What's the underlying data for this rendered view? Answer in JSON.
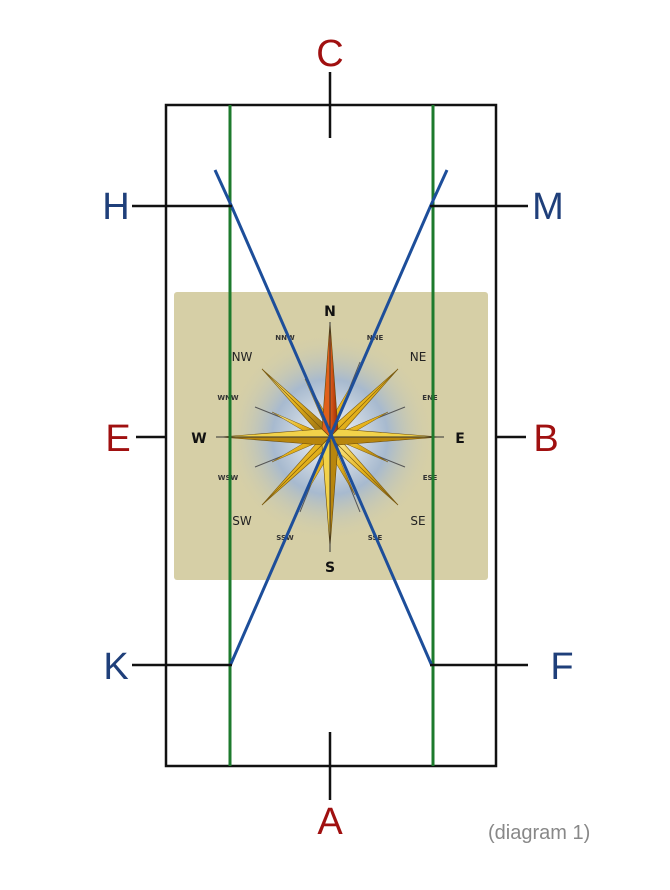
{
  "labels": {
    "top": "C",
    "bottom": "A",
    "left_upper": "H",
    "left_middle": "E",
    "left_lower": "K",
    "right_upper": "M",
    "right_middle": "B",
    "right_lower": "F"
  },
  "compass": {
    "cardinal": {
      "n": "N",
      "s": "S",
      "e": "E",
      "w": "W"
    },
    "intercardinal": {
      "ne": "NE",
      "nw": "NW",
      "se": "SE",
      "sw": "SW"
    },
    "secondary": {
      "nne": "NNE",
      "nnw": "NNW",
      "ene": "ENE",
      "ese": "ESE",
      "sse": "SSE",
      "ssw": "SSW",
      "wsw": "WSW",
      "wnw": "WNW"
    }
  },
  "caption": "(diagram 1)",
  "colors": {
    "red_label": "#a01010",
    "blue_label": "#1f3f7a",
    "blue_line": "#1d4e9a",
    "green_line": "#1d7a2c",
    "frame": "#111111",
    "compass_bg": "#d6cfa6"
  }
}
